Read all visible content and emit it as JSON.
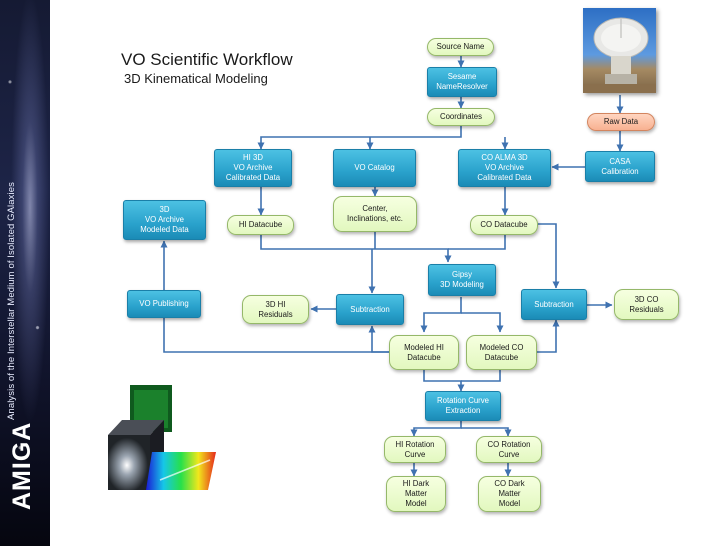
{
  "slide": {
    "title": "VO Scientific Workflow",
    "subtitle": "3D Kinematical Modeling",
    "sidebar_title": "Analysis of the Interstellar Medium of Isolated GAlaxies",
    "sidebar_brand": "AMIGA"
  },
  "nodes": {
    "source_name": "Source Name",
    "sesame": "Sesame\nNameResolver",
    "coordinates": "Coordinates",
    "raw_data": "Raw Data",
    "hi3d_archive": "HI 3D\nVO Archive\nCalibrated Data",
    "vo_catalog": "VO  Catalog",
    "co_alma_archive": "CO ALMA 3D\nVO Archive\nCalibrated Data",
    "casa": "CASA\nCalibration",
    "archive_3d_modeled": "3D\nVO Archive\nModeled Data",
    "hi_datacube": "HI Datacube",
    "center": "Center,\nInclinations, etc.",
    "co_datacube": "CO Datacube",
    "gipsy": "Gipsy\n3D Modeling",
    "vo_publishing": "VO Publishing",
    "hi_residuals": "3D HI\nResiduals",
    "subtraction_left": "Subtraction",
    "subtraction_right": "Subtraction",
    "co_residuals": "3D CO\nResiduals",
    "modeled_hi": "Modeled HI\nDatacube",
    "modeled_co": "Modeled CO\nDatacube",
    "rotation_extraction": "Rotation Curve\nExtraction",
    "hi_rotation": "HI Rotation\nCurve",
    "co_rotation": "CO Rotation\nCurve",
    "hi_dark_matter": "HI Dark\nMatter\nModel",
    "co_dark_matter": "CO Dark\nMatter\nModel"
  },
  "colors": {
    "process": "#2aa2cc",
    "data": "#e2f8bf",
    "raw": "#f8b191",
    "arrow": "#3f72b0"
  }
}
